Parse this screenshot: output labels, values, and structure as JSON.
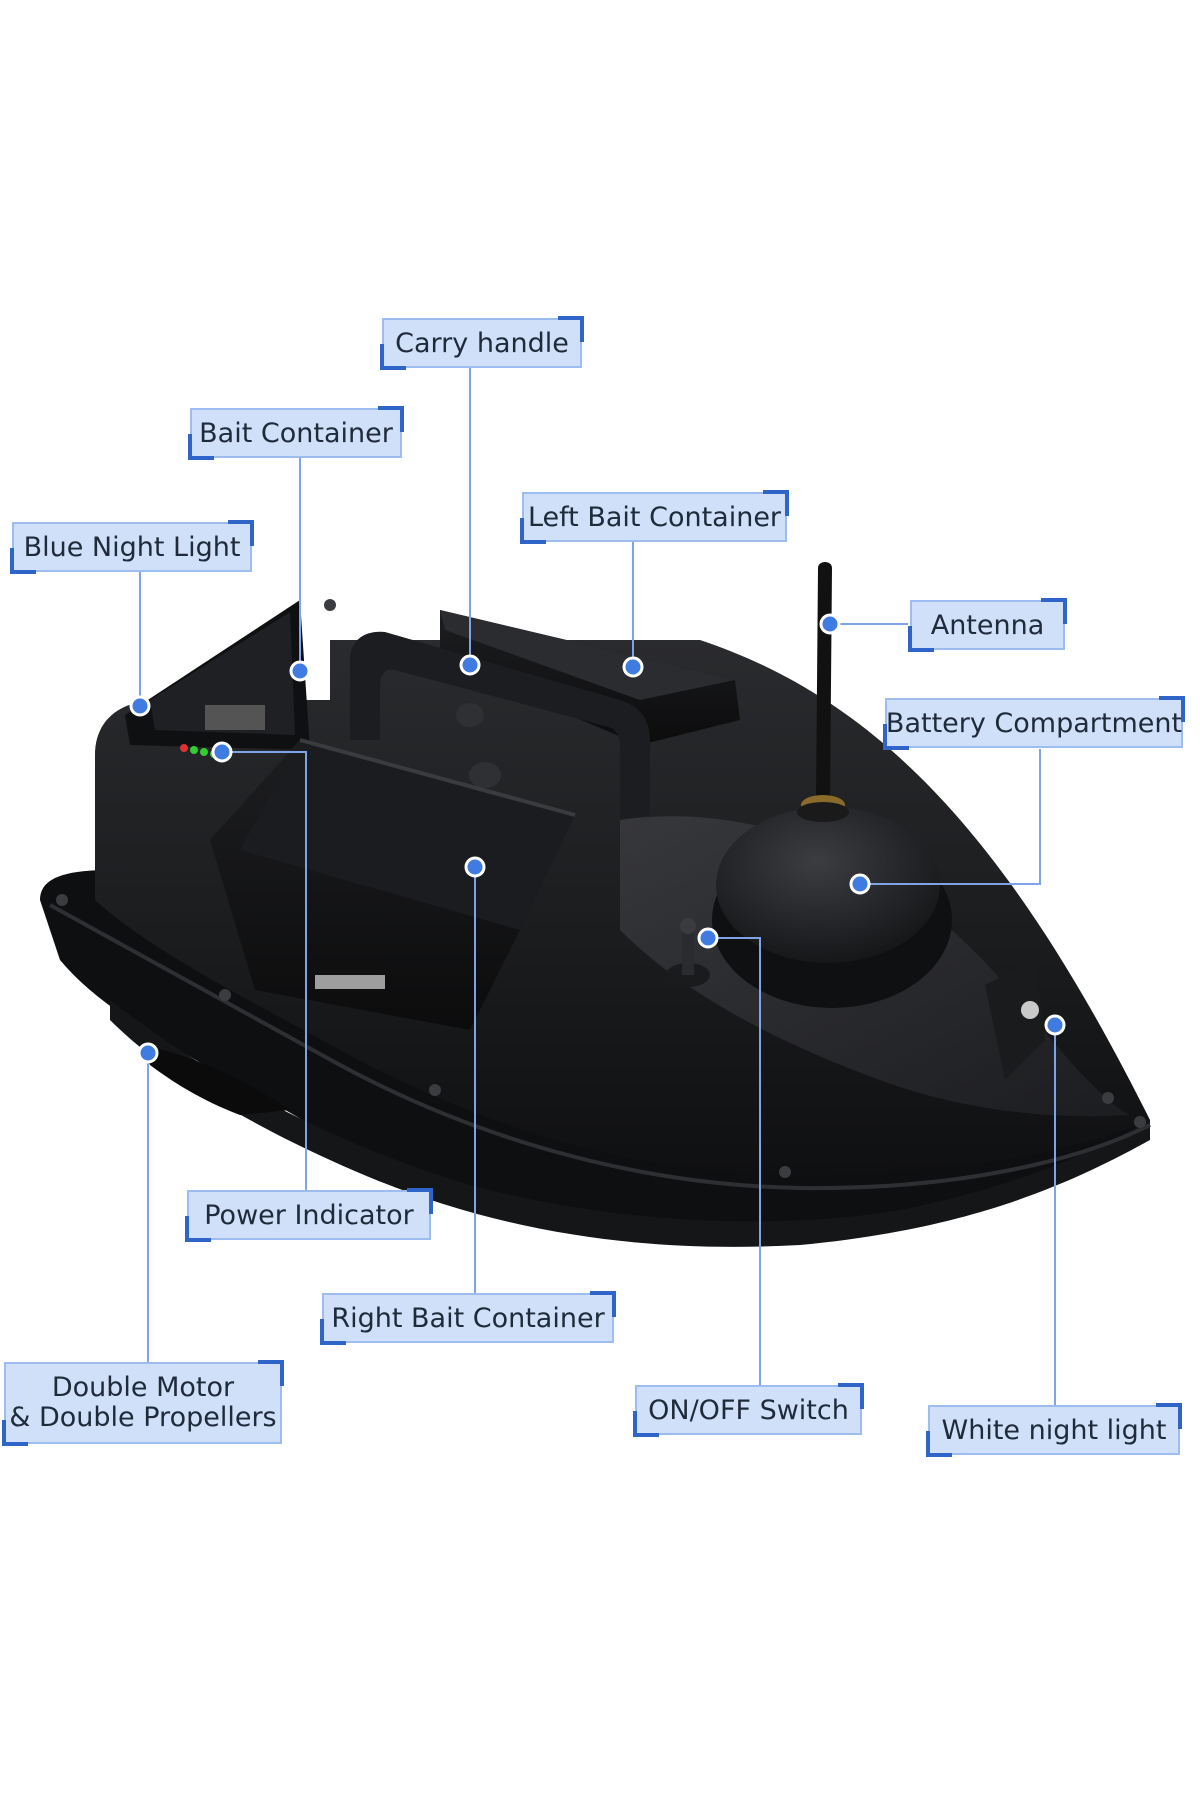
{
  "labels": {
    "carry_handle": "Carry handle",
    "bait_container": "Bait Container",
    "left_bait_container": "Left Bait Container",
    "blue_night_light": "Blue Night Light",
    "antenna": "Antenna",
    "battery_compartment": "Battery Compartment",
    "power_indicator": "Power Indicator",
    "right_bait_container": "Right Bait Container",
    "double_motor_line1": "Double Motor",
    "double_motor_line2": "& Double Propellers",
    "on_off_switch": "ON/OFF Switch",
    "white_night_light": "White night light"
  },
  "colors": {
    "label_fill": "#cfe0f8",
    "label_border": "#9dbdf0",
    "accent": "#2f64c8",
    "leader": "#7fa3e6",
    "hull": "#1b1c1e"
  }
}
